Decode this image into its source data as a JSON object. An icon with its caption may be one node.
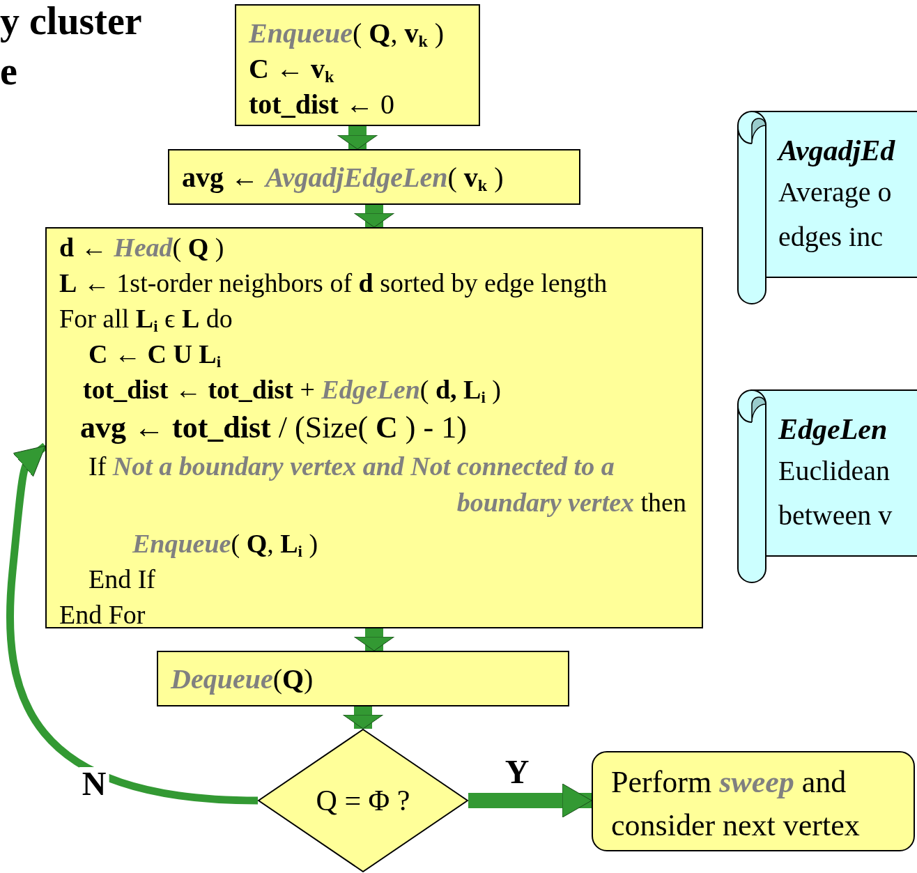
{
  "diagram": {
    "nodes": [
      {
        "text": [
          "*Enqueue*( **Q**, **v**$_{k}$ )",
          "**C** ← **v**$_{k}$",
          "**tot_dist** ← 0"
        ]
      },
      {
        "text": [
          "**avg** ← *AvgadjEdgeLen*( **v**$_{k}$ )"
        ]
      },
      {
        "text": [
          "**d** ← *Head*( **Q** )",
          "**L** ← 1st-order neighbors of  **d** sorted by edge length",
          "For all **L**$_{i}$ ϵ **L** do",
          "**C** ← **C U L**$_{i}$",
          "**tot_dist** ← **tot_dist** + *EdgeLen*( **d, L**$_{i}$ )",
          "**avg** ← **tot_dist** / (Size( **C** ) - 1)",
          "If *Not a boundary vertex and Not connected to a boundary vertex* then",
          "*Enqueue*( **Q**, **L**$_{i}$ )",
          "End If",
          "End For"
        ]
      },
      {
        "text": [
          "*Dequeue*(**Q**)"
        ]
      },
      {
        "text": [
          "Q = Φ ?"
        ]
      },
      {
        "text": [
          "Perform *sweep* and consider next vertex"
        ]
      },
      {
        "text": [
          "AvgadjEd",
          "Average o edges inc"
        ]
      },
      {
        "text": [
          "EdgeLen",
          "Euclidean between v"
        ]
      }
    ],
    "edges": [
      {
        "from": 0,
        "to": 1,
        "arrow": "to"
      },
      {
        "from": 1,
        "to": 2,
        "arrow": "to"
      },
      {
        "from": 2,
        "to": 3,
        "arrow": "to"
      },
      {
        "from": 3,
        "to": 4,
        "arrow": "to"
      },
      {
        "from": 4,
        "to": 5,
        "arrow": "to",
        "label": "Y"
      },
      {
        "from": 4,
        "to": 2,
        "arrow": "to",
        "label": "N"
      }
    ],
    "labels": [
      "y cluster",
      "e"
    ]
  }
}
